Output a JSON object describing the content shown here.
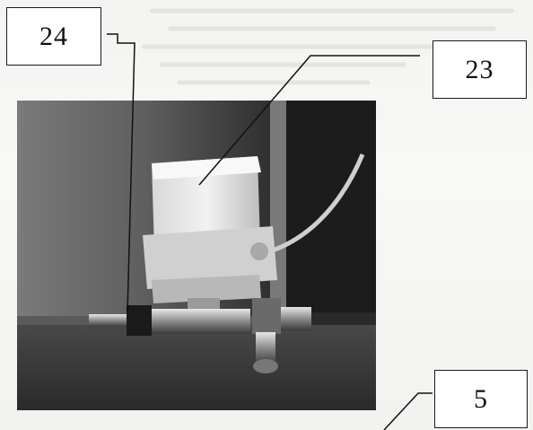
{
  "figure": {
    "callouts": {
      "label_24": "24",
      "label_23": "23",
      "label_5": "5"
    }
  }
}
